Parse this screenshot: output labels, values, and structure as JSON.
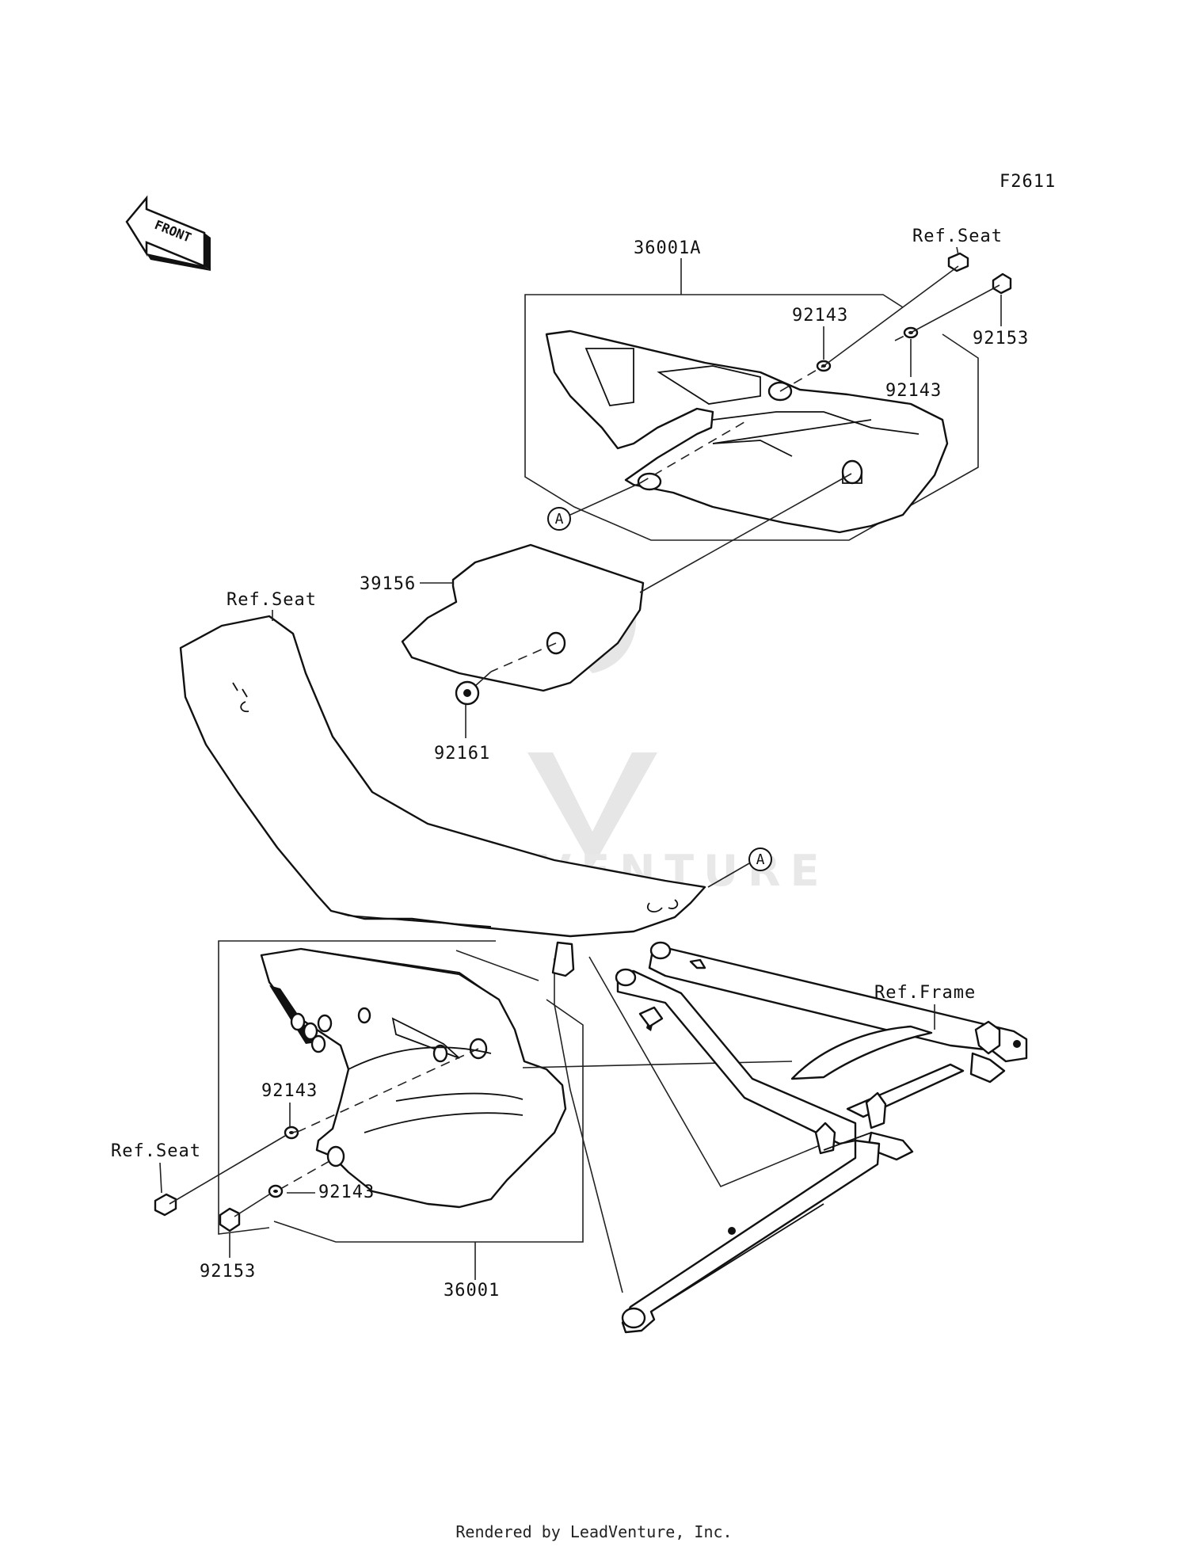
{
  "figure_code": "F2611",
  "front_label": "FRONT",
  "callout": "A",
  "labels": {
    "ref_seat_top": "Ref.Seat",
    "ref_seat_mid": "Ref.Seat",
    "ref_seat_left": "Ref.Seat",
    "ref_frame": "Ref.Frame",
    "part_36001A": "36001A",
    "part_92143_top_a": "92143",
    "part_92143_top_b": "92143",
    "part_92153_top": "92153",
    "part_39156": "39156",
    "part_92161": "92161",
    "part_92143_bot_a": "92143",
    "part_92143_bot_b": "92143",
    "part_92153_bot": "92153",
    "part_36001": "36001"
  },
  "watermark": "LEADVENTURE",
  "footer": "Rendered by LeadVenture, Inc."
}
